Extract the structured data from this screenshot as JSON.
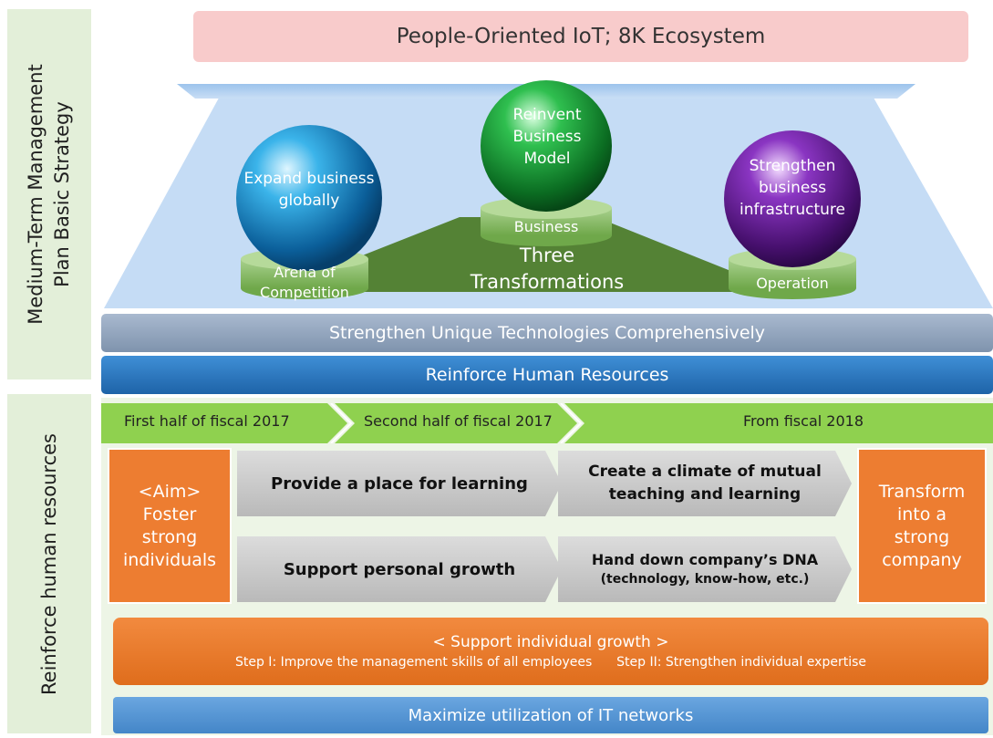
{
  "side_labels": {
    "strategy": [
      "Medium-Term Management",
      "Plan Basic Strategy"
    ],
    "hr": "Reinforce human resources"
  },
  "top_banner": "People-Oriented IoT; 8K Ecosystem",
  "spheres": {
    "left": {
      "lines": [
        "Expand business",
        "globally"
      ],
      "base": [
        "Arena of",
        "Competition"
      ]
    },
    "center": {
      "lines": [
        "Reinvent",
        "Business",
        "Model"
      ],
      "base": [
        "Business"
      ]
    },
    "right": {
      "lines": [
        "Strengthen",
        "business",
        "infrastructure"
      ],
      "base": [
        "Operation"
      ]
    }
  },
  "three_transformations": [
    "Three",
    "Transformations"
  ],
  "bars": {
    "technologies": "Strengthen Unique Technologies Comprehensively",
    "human_resources": "Reinforce Human Resources"
  },
  "timeline": [
    "First half of fiscal 2017",
    "Second half of fiscal 2017",
    "From fiscal 2018"
  ],
  "aim_box": [
    "<Aim>",
    "Foster",
    "strong",
    "individuals"
  ],
  "transform_box": [
    "Transform",
    "into a",
    "strong",
    "company"
  ],
  "steps": {
    "learning_place": "Provide a place for learning",
    "mutual_climate": [
      "Create a climate of mutual",
      "teaching and learning"
    ],
    "personal_growth": "Support personal growth",
    "company_dna": [
      "Hand down company’s DNA",
      "(technology, know-how, etc.)"
    ]
  },
  "support_bar": {
    "title": "< Support individual growth >",
    "step1": "Step I: Improve the management skills of all employees",
    "step2": "Step II: Strengthen individual expertise"
  },
  "it_bar": "Maximize utilization of IT networks",
  "colors": {
    "pink": "#f8cbcb",
    "light_blue": "#c5dcf5",
    "dark_green": "#548235",
    "green_arrow": "#8fd14f",
    "orange": "#ed7d31",
    "blue": "#2e75b6",
    "steel": "#8497b0",
    "panel_green": "#e3efd9"
  }
}
